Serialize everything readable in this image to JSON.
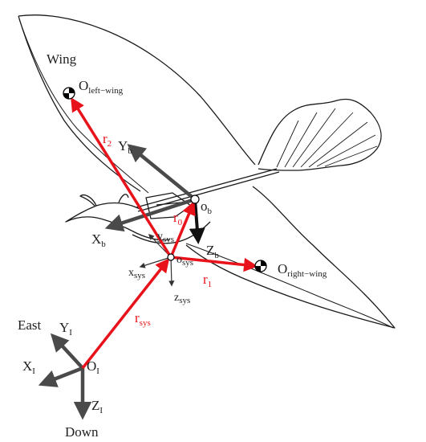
{
  "colors": {
    "frame_arrow": "#4a4a4a",
    "position_vector": "#e8121a",
    "outline": "#1a1a1a",
    "marker_fill": "#000000"
  },
  "labels": {
    "wing": "Wing",
    "east": "East",
    "down": "Down",
    "o_left_wing": {
      "base": "O",
      "sub": "left−wing"
    },
    "o_right_wing": {
      "base": "O",
      "sub": "right−wing"
    },
    "o_b": {
      "base": "o",
      "sub": "b"
    },
    "o_sys": {
      "base": "o",
      "sub": "sys"
    },
    "o_i": {
      "base": "O",
      "sub": "I"
    },
    "x_b": {
      "base": "X",
      "sub": "b"
    },
    "y_b": {
      "base": "Y",
      "sub": "b"
    },
    "z_b": {
      "base": "Z",
      "sub": "b"
    },
    "x_sys": {
      "base": "x",
      "sub": "sys"
    },
    "y_sys": {
      "base": "y",
      "sub": "sys"
    },
    "z_sys": {
      "base": "z",
      "sub": "sys"
    },
    "x_i": {
      "base": "X",
      "sub": "I"
    },
    "y_i": {
      "base": "Y",
      "sub": "I"
    },
    "z_i": {
      "base": "Z",
      "sub": "I"
    },
    "r0": {
      "base": "r",
      "sub": "0"
    },
    "r1": {
      "base": "r",
      "sub": "1"
    },
    "r2": {
      "base": "r",
      "sub": "2"
    },
    "r_sys": {
      "base": "r",
      "sub": "sys"
    }
  }
}
